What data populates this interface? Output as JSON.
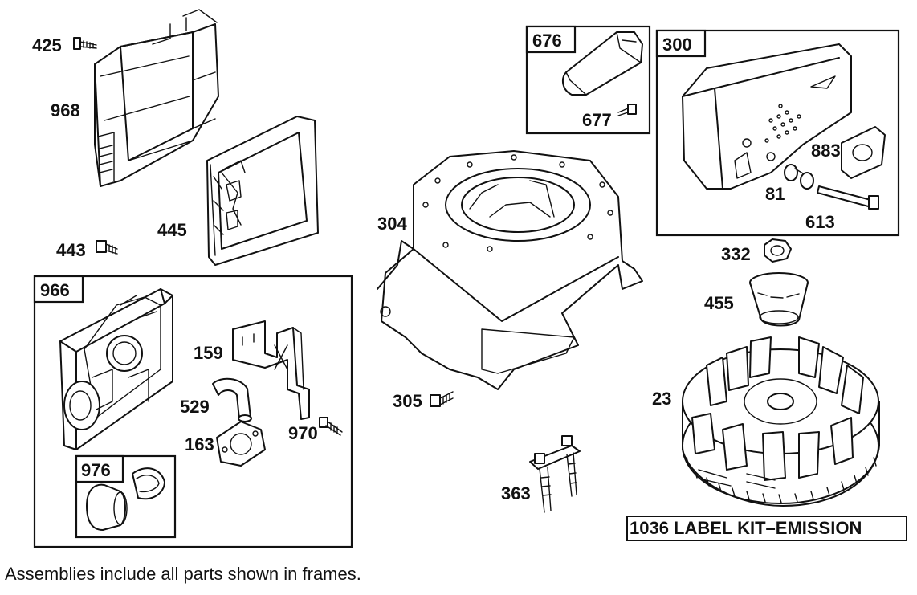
{
  "parts": {
    "p425": "425",
    "p968": "968",
    "p445": "445",
    "p443": "443",
    "p966": "966",
    "p159": "159",
    "p529": "529",
    "p970": "970",
    "p163": "163",
    "p976": "976",
    "p676": "676",
    "p677": "677",
    "p300": "300",
    "p883": "883",
    "p81": "81",
    "p613": "613",
    "p304": "304",
    "p305": "305",
    "p332": "332",
    "p455": "455",
    "p23": "23",
    "p363": "363"
  },
  "kit_label": "1036 LABEL KIT–EMISSION",
  "footer_note": "Assemblies include all parts shown in frames."
}
